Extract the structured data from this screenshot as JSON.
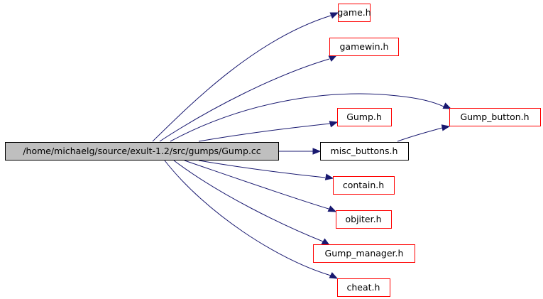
{
  "graph": {
    "title": "Include dependency graph",
    "root": {
      "id": "root",
      "label": "/home/michaelg/source/exult-1.2/src/gumps/Gump.cc",
      "fill": "#bfbfbf",
      "border": "#000000"
    },
    "nodes": [
      {
        "id": "game",
        "label": "game.h",
        "border": "#ff0000"
      },
      {
        "id": "gamewin",
        "label": "gamewin.h",
        "border": "#ff0000"
      },
      {
        "id": "gump_button",
        "label": "Gump_button.h",
        "border": "#ff0000"
      },
      {
        "id": "gump",
        "label": "Gump.h",
        "border": "#ff0000"
      },
      {
        "id": "misc_buttons",
        "label": "misc_buttons.h",
        "border": "#000000"
      },
      {
        "id": "contain",
        "label": "contain.h",
        "border": "#ff0000"
      },
      {
        "id": "objiter",
        "label": "objiter.h",
        "border": "#ff0000"
      },
      {
        "id": "gump_manager",
        "label": "Gump_manager.h",
        "border": "#ff0000"
      },
      {
        "id": "cheat",
        "label": "cheat.h",
        "border": "#ff0000"
      }
    ],
    "edges": [
      {
        "from": "root",
        "to": "game"
      },
      {
        "from": "root",
        "to": "gamewin"
      },
      {
        "from": "root",
        "to": "gump_button"
      },
      {
        "from": "root",
        "to": "gump"
      },
      {
        "from": "root",
        "to": "misc_buttons"
      },
      {
        "from": "root",
        "to": "contain"
      },
      {
        "from": "root",
        "to": "objiter"
      },
      {
        "from": "root",
        "to": "gump_manager"
      },
      {
        "from": "root",
        "to": "cheat"
      },
      {
        "from": "misc_buttons",
        "to": "gump_button"
      }
    ],
    "edge_color": "#191970"
  }
}
